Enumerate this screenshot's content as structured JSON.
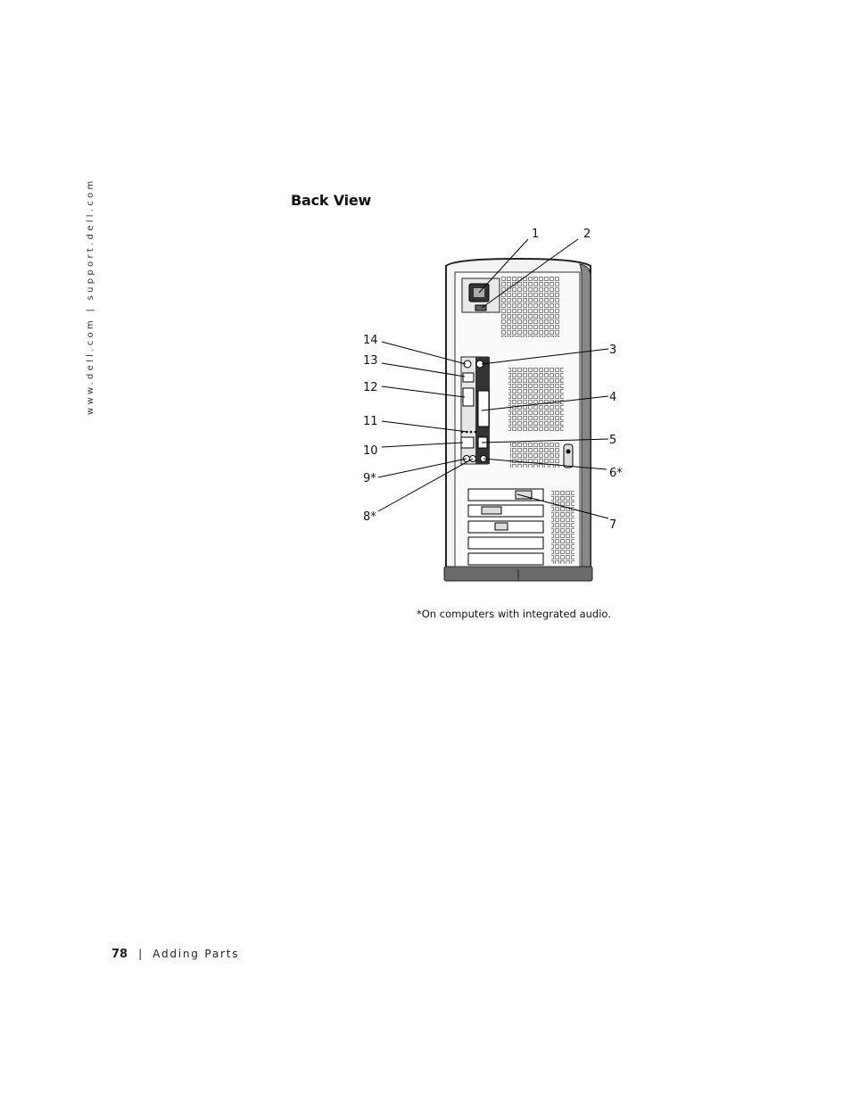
{
  "sidebar": {
    "url": "www.dell.com  |  support.dell.com"
  },
  "heading": "Back View",
  "callouts": [
    "1",
    "2",
    "3",
    "4",
    "5",
    "6*",
    "7",
    "8*",
    "9*",
    "10",
    "11",
    "12",
    "13",
    "14"
  ],
  "footnote": "*On computers with integrated audio.",
  "footer": {
    "page_number": "78",
    "separator": "|",
    "section": "Adding Parts"
  }
}
